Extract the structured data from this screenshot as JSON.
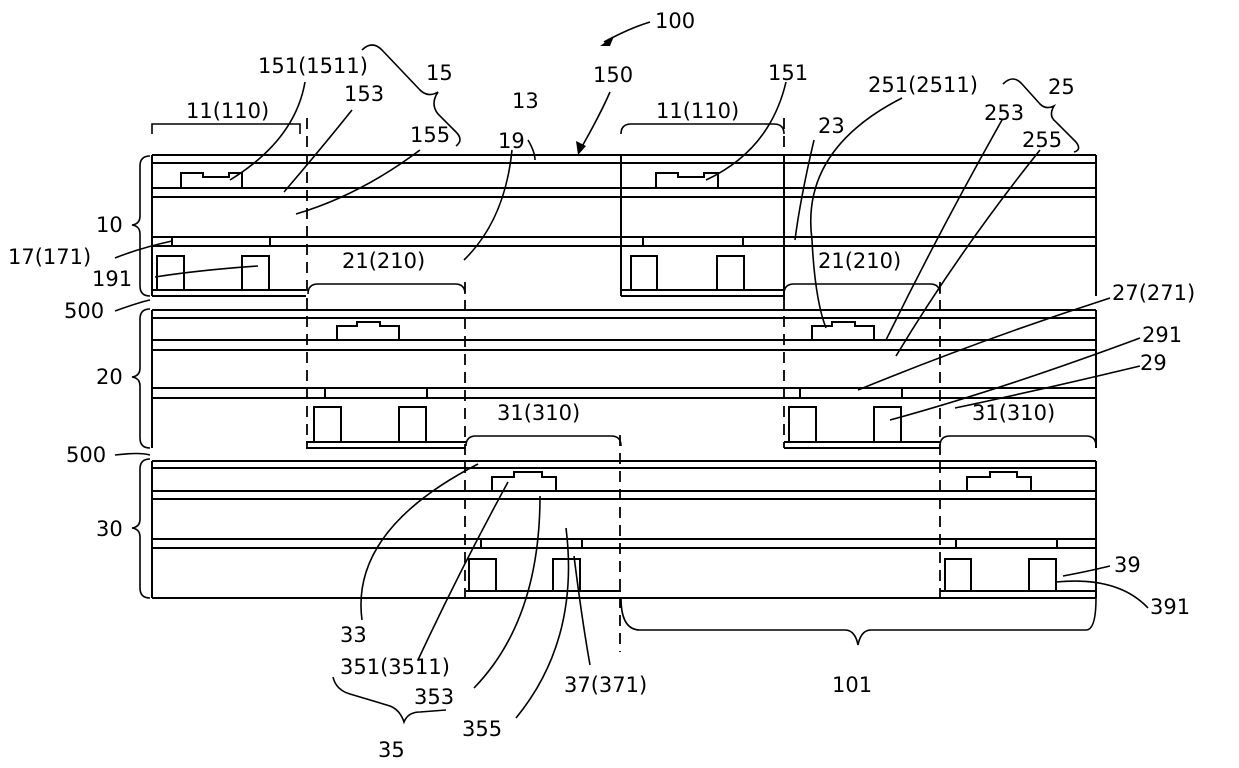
{
  "labels": {
    "fig": "100",
    "l150": "150",
    "l151_1511": "151(1511)",
    "l15": "15",
    "l153": "153",
    "l155": "155",
    "l13": "13",
    "l19": "19",
    "l11_110_a": "11(110)",
    "l11_110_b": "11(110)",
    "l151": "151",
    "l23": "23",
    "l251_2511": "251(2511)",
    "l25": "25",
    "l253": "253",
    "l255": "255",
    "l10": "10",
    "l17_171": "17(171)",
    "l191": "191",
    "l21_210_a": "21(210)",
    "l21_210_b": "21(210)",
    "l500_a": "500",
    "l27_271": "27(271)",
    "l291": "291",
    "l29": "29",
    "l20": "20",
    "l31_310_a": "31(310)",
    "l31_310_b": "31(310)",
    "l500_b": "500",
    "l30": "30",
    "l39": "39",
    "l391": "391",
    "l33": "33",
    "l351_3511": "351(3511)",
    "l353": "353",
    "l37_371": "37(371)",
    "l355": "355",
    "l35": "35",
    "l101": "101"
  }
}
